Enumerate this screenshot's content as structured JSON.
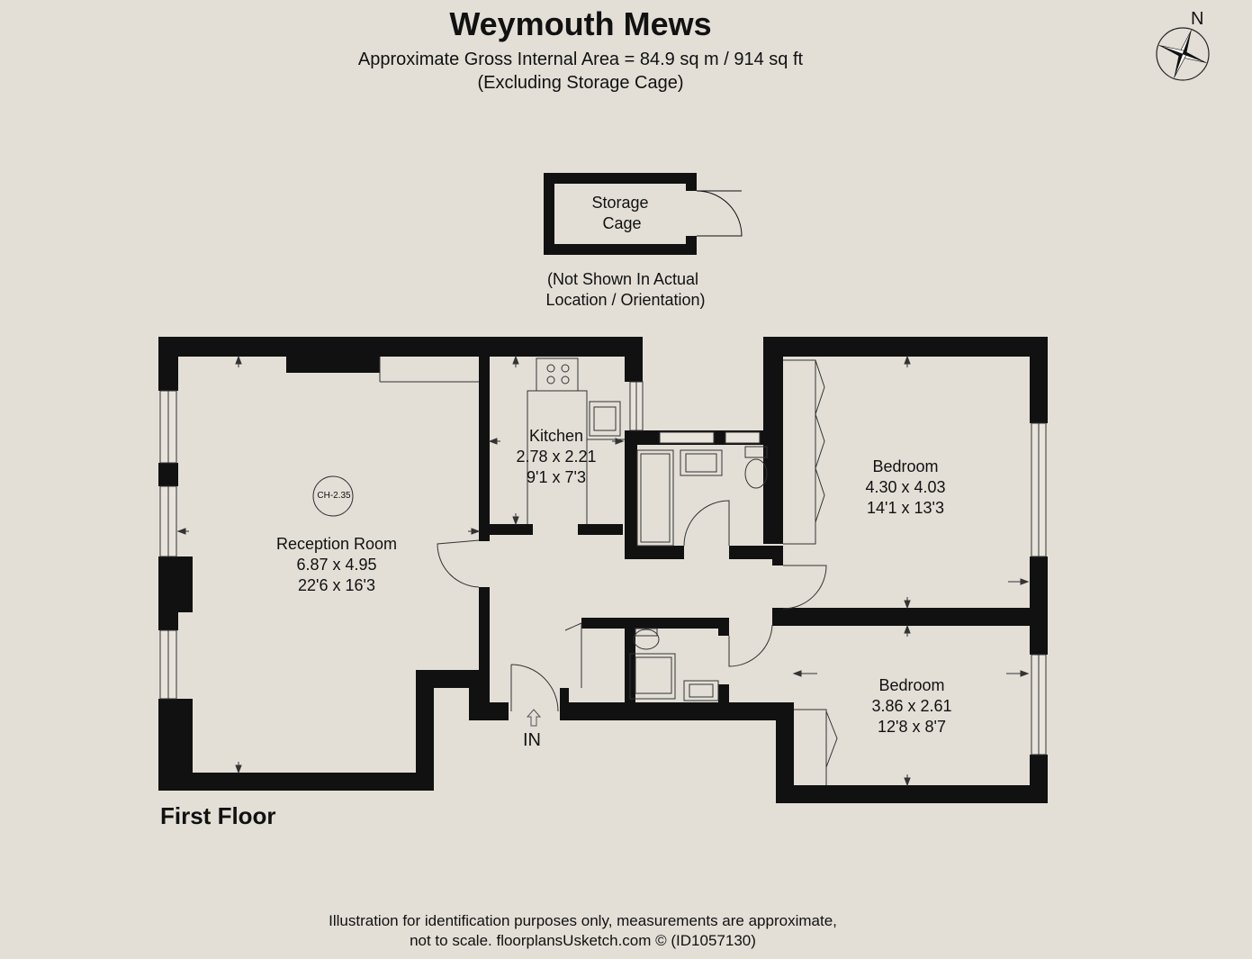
{
  "header": {
    "title": "Weymouth Mews",
    "area_line": "Approximate Gross Internal Area = 84.9 sq m / 914 sq ft",
    "area_note": "(Excluding Storage Cage)"
  },
  "compass": {
    "label": "N",
    "icon": "compass-rose-icon"
  },
  "storage": {
    "name_line1": "Storage",
    "name_line2": "Cage",
    "note_line1": "(Not Shown In Actual",
    "note_line2": "Location / Orientation)"
  },
  "rooms": {
    "reception": {
      "name": "Reception Room",
      "metric": "6.87 x 4.95",
      "imperial": "22'6 x 16'3"
    },
    "kitchen": {
      "name": "Kitchen",
      "metric": "2.78 x 2.21",
      "imperial": "9'1 x 7'3"
    },
    "bedroom1": {
      "name": "Bedroom",
      "metric": "4.30 x 4.03",
      "imperial": "14'1 x 13'3"
    },
    "bedroom2": {
      "name": "Bedroom",
      "metric": "3.86 x 2.61",
      "imperial": "12'8 x 8'7"
    }
  },
  "ceiling_height": "CH-2.35",
  "entrance": "IN",
  "floor_name": "First Floor",
  "footer": {
    "line1": "Illustration for identification purposes only, measurements are approximate,",
    "line2": "not to scale. floorplansUsketch.com © (ID1057130)"
  },
  "colors": {
    "background": "#e3dfd7",
    "wall": "#111111"
  }
}
